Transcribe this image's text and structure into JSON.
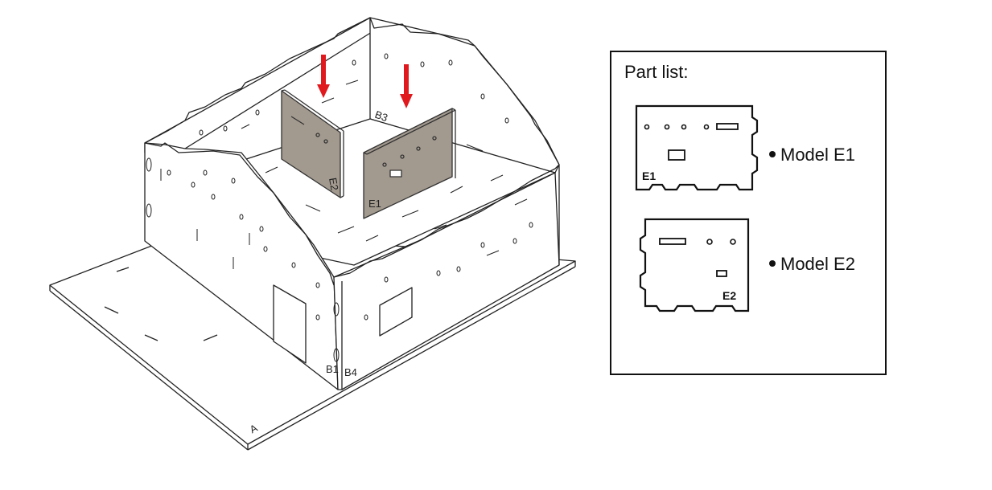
{
  "assembly": {
    "base_label": "A",
    "panel_labels": {
      "b1": "B1",
      "b3": "B3",
      "b4": "B4"
    },
    "inserted_parts": {
      "e1": "E1",
      "e2": "E2"
    },
    "colors": {
      "part_fill": "#a39a8f",
      "arrow": "#e0191e",
      "line": "#222222"
    }
  },
  "part_list": {
    "title": "Part list:",
    "items": [
      {
        "id": "E1",
        "label": "Model E1"
      },
      {
        "id": "E2",
        "label": "Model E2"
      }
    ]
  }
}
